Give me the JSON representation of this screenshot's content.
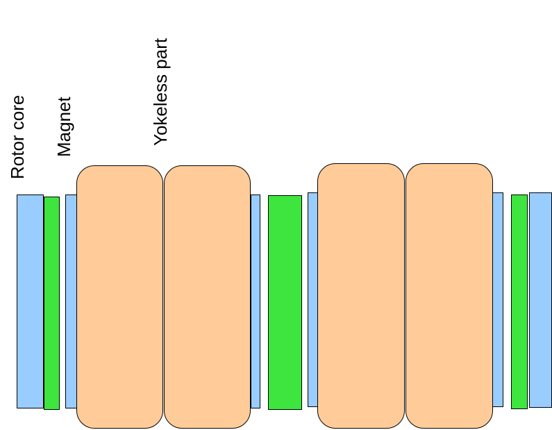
{
  "labels": {
    "rotor_core": "Rotor core",
    "magnet": "Magnet",
    "yokeless_part": "Yokeless part"
  },
  "colors": {
    "rotor_core": "#99CCFF",
    "magnet": "#3EE53E",
    "yokeless_part": "#FFCC99",
    "outline": "#000000"
  }
}
